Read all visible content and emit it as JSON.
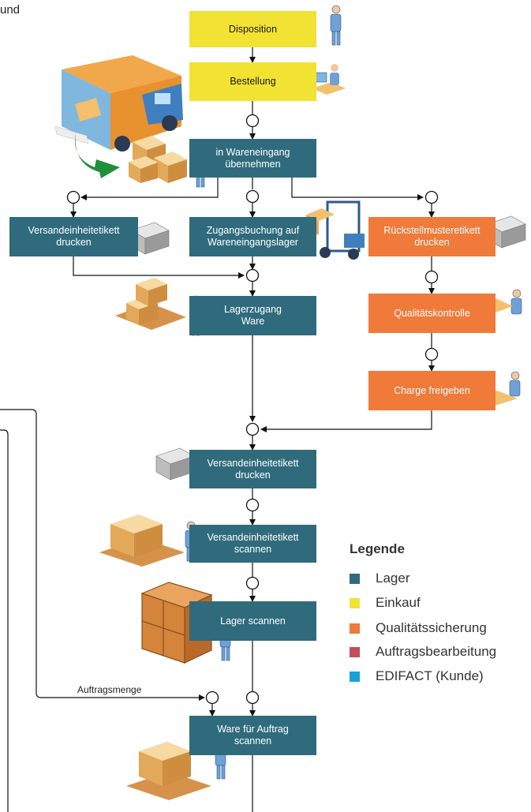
{
  "top_fragment": "und",
  "flow_label": "Auftragsmenge",
  "boxes": {
    "disposition": "Disposition",
    "bestellung": "Bestellung",
    "wareneingang": "in Wareneingang\nübernehmen",
    "versand_left": "Versandeinheitetikett\ndrucken",
    "zugangsbuchung": "Zugangsbuchung auf\nWareneingangslager",
    "rueckstell": "Rückstellmusteretikett\ndrucken",
    "lagerzugang": "Lagerzugang\nWare",
    "qualitaet": "Qualitätskontrolle",
    "charge": "Charge freigeben",
    "versand_drucken": "Versandeinheitetikett\ndrucken",
    "versand_scannen": "Versandeinheitetikett\nscannen",
    "lager_scannen": "Lager scannen",
    "ware_auftrag": "Ware für Auftrag\nscannen"
  },
  "legend": {
    "title": "Legende",
    "items": [
      {
        "label": "Lager",
        "color": "#2f6b7c"
      },
      {
        "label": "Einkauf",
        "color": "#f2e233"
      },
      {
        "label": "Qualitätssicherung",
        "color": "#ef7a3a"
      },
      {
        "label": "Auftragsbearbeitung",
        "color": "#c0505a"
      },
      {
        "label": "EDIFACT (Kunde)",
        "color": "#1a9fd8"
      }
    ]
  },
  "icons": [
    "truck-icon",
    "worker-icon",
    "printer-icon",
    "forklift-icon",
    "boxes-icon",
    "pallet-icon",
    "crate-icon",
    "desk-worker-icon"
  ]
}
